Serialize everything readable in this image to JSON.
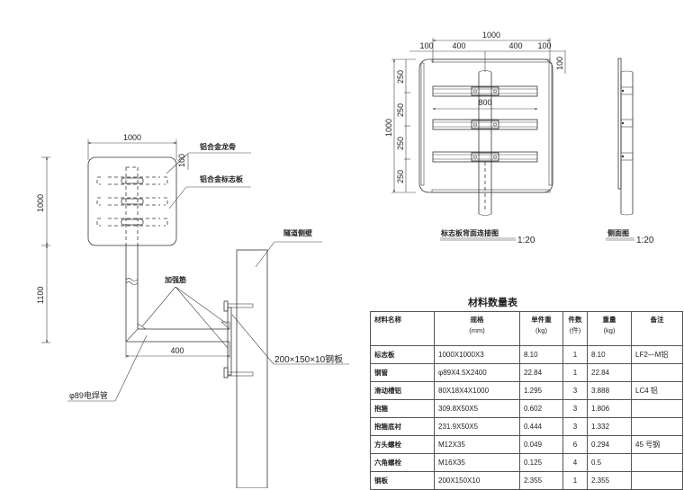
{
  "drawing": {
    "elevation_view": {
      "dim_sign_width": "1000",
      "dim_sign_height": "1000",
      "dim_pole_height": "1100",
      "dim_arm_length": "400",
      "dim_rail_offset": "100",
      "labels": {
        "rail": "铝合金龙骨",
        "sign_plate": "铝合金标志板",
        "tunnel_wall": "隧道侧壁",
        "stiffener": "加强筋",
        "pipe": "φ89电焊管",
        "steel_plate": "200×150×10钢板"
      }
    },
    "back_view": {
      "title": "标志板背面连接图",
      "scale": "1:20",
      "dim_total_width": "1000",
      "dim_edge_left": "100",
      "dim_half_left": "400",
      "dim_half_right": "400",
      "dim_edge_right": "100",
      "dim_rail_length": "800",
      "dim_top_offset": "100",
      "dim_total_height": "1000",
      "dim_segments": [
        "250",
        "250",
        "250",
        "250"
      ]
    },
    "side_view": {
      "title": "侧面图",
      "scale": "1:20"
    }
  },
  "materials_table": {
    "title": "材料数量表",
    "headers": [
      {
        "line1": "材料名称",
        "line2": ""
      },
      {
        "line1": "规格",
        "line2": "(mm)"
      },
      {
        "line1": "单件重",
        "line2": "(kg)"
      },
      {
        "line1": "件数",
        "line2": "(件)"
      },
      {
        "line1": "重量",
        "line2": "(kg)"
      },
      {
        "line1": "备注",
        "line2": ""
      }
    ],
    "rows": [
      {
        "name": "标志板",
        "spec": "1000X1000X3",
        "unit_weight": "8.10",
        "count": "1",
        "weight": "8.10",
        "note": "LF2—M铝"
      },
      {
        "name": "钢管",
        "spec": "φ89X4.5X2400",
        "unit_weight": "22.84",
        "count": "1",
        "weight": "22.84",
        "note": ""
      },
      {
        "name": "滑动槽铝",
        "spec": "80X18X4X1000",
        "unit_weight": "1.295",
        "count": "3",
        "weight": "3.888",
        "note": "LC4 铝"
      },
      {
        "name": "抱箍",
        "spec": "309.8X50X5",
        "unit_weight": "0.602",
        "count": "3",
        "weight": "1.806",
        "note": ""
      },
      {
        "name": "抱箍底衬",
        "spec": "231.9X50X5",
        "unit_weight": "0.444",
        "count": "3",
        "weight": "1.332",
        "note": ""
      },
      {
        "name": "方头螺栓",
        "spec": "M12X35",
        "unit_weight": "0.049",
        "count": "6",
        "weight": "0.294",
        "note": "45 号钢"
      },
      {
        "name": "六角螺栓",
        "spec": "M16X35",
        "unit_weight": "0.125",
        "count": "4",
        "weight": "0.5",
        "note": ""
      },
      {
        "name": "钢板",
        "spec": "200X150X10",
        "unit_weight": "2.355",
        "count": "1",
        "weight": "2.355",
        "note": ""
      }
    ]
  }
}
